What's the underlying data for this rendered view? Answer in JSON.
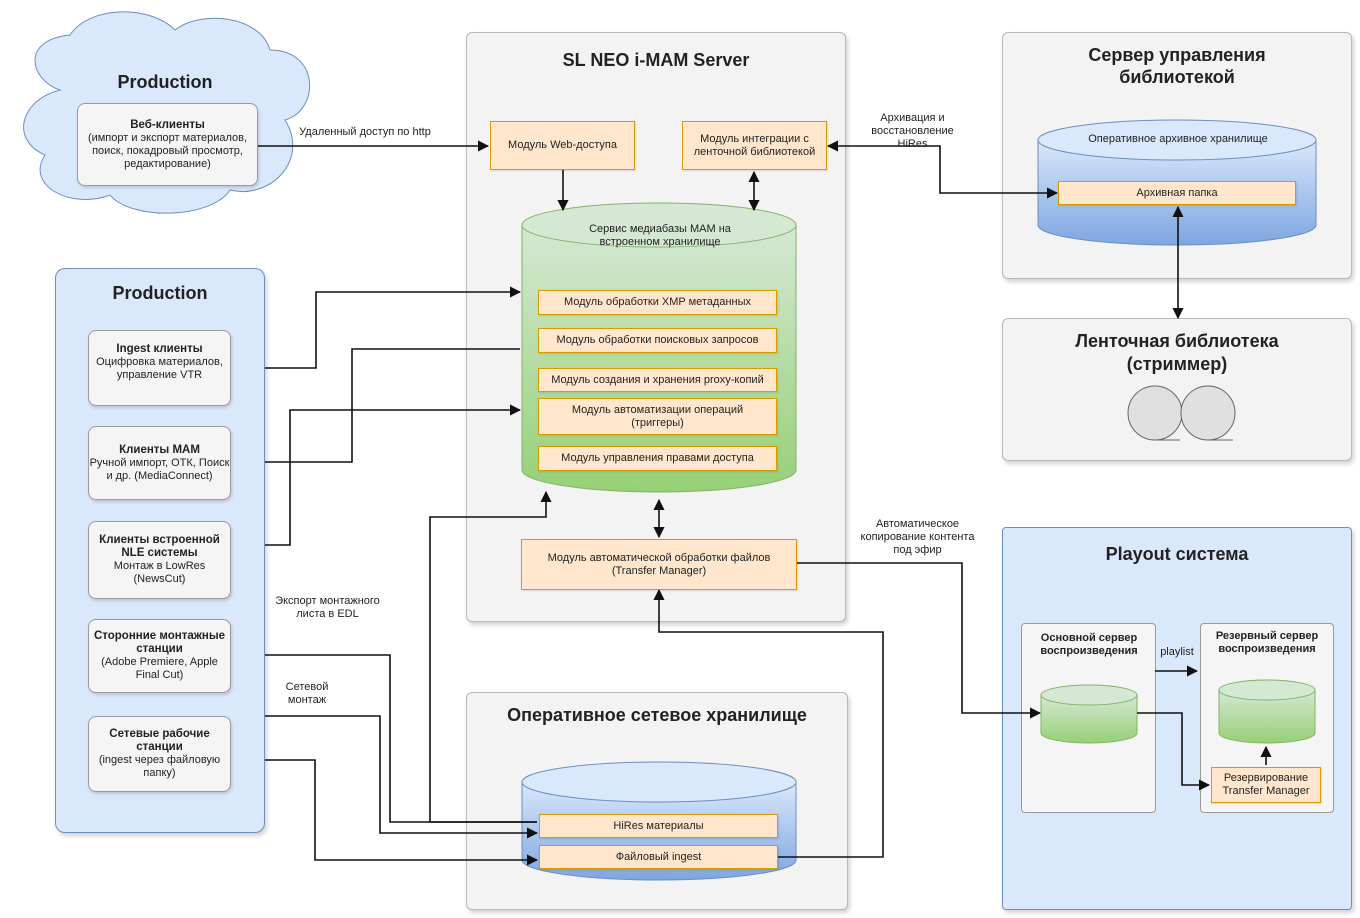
{
  "production_cloud": {
    "title": "Production",
    "web_clients_title": "Веб-клиенты",
    "web_clients_desc": "(импорт и экспорт материалов, поиск, покадровый просмотр, редактирование)"
  },
  "production_left": {
    "title": "Production",
    "items": [
      {
        "title": "Ingest клиенты",
        "desc": "Оцифровка материалов, управление VTR"
      },
      {
        "title": "Клиенты МАМ",
        "desc": "Ручной импорт, ОТК, Поиск и др. (MediaConnect)"
      },
      {
        "title": "Клиенты встроенной NLE системы",
        "desc": "Монтаж в LowRes (NewsCut)"
      },
      {
        "title": "Сторонние монтажные станции",
        "desc": "(Adobe Premiere, Apple Final Cut)"
      },
      {
        "title": "Сетевые рабочие станции",
        "desc": "(ingest через файловую папку)"
      }
    ]
  },
  "server": {
    "title": "SL NEO i-MAM Server",
    "web_module": "Модуль Web-доступа",
    "tape_module": "Модуль интеграции с ленточной библиотекой",
    "db_title": "Сервис медиабазы МАМ на встроенном хранилище",
    "db_modules": [
      "Модуль обработки XMP метаданных",
      "Модуль обработки поисковых запросов",
      "Модуль создания и хранения proxy-копий",
      "Модуль автоматизации операций (триггеры)",
      "Модуль управления правами доступа"
    ],
    "transfer_module": "Модуль автоматической обработки файлов (Transfer Manager)"
  },
  "library_server": {
    "title": "Сервер управления библиотекой",
    "storage_title": "Оперативное архивное хранилище",
    "archive_folder": "Архивная папка"
  },
  "tape_library": {
    "title": "Ленточная библиотека (стриммер)"
  },
  "network_storage": {
    "title": "Оперативное сетевое хранилище",
    "hires": "HiRes материалы",
    "file_ingest": "Файловый ingest"
  },
  "playout": {
    "title": "Playout система",
    "main_server": "Основной сервер воспроизведения",
    "backup_server": "Резервный сервер воспроизведения",
    "backup_tm": "Резервирование Transfer Manager"
  },
  "edge_labels": {
    "http": "Удаленный доступ по http",
    "archive": "Архивация и восстановление HiRes",
    "edl": "Экспорт монтажного листа в EDL",
    "network_edit": "Сетевой монтаж",
    "auto_copy": "Автоматическое копирование контента под эфир",
    "playlist": "playlist"
  },
  "colors": {
    "gray_panel": "#f3f3f3",
    "blue_panel": "#dae8fc",
    "orange_module": "#ffe6cc",
    "green_db": "#97d077",
    "blue_db": "#7ea6e0"
  }
}
